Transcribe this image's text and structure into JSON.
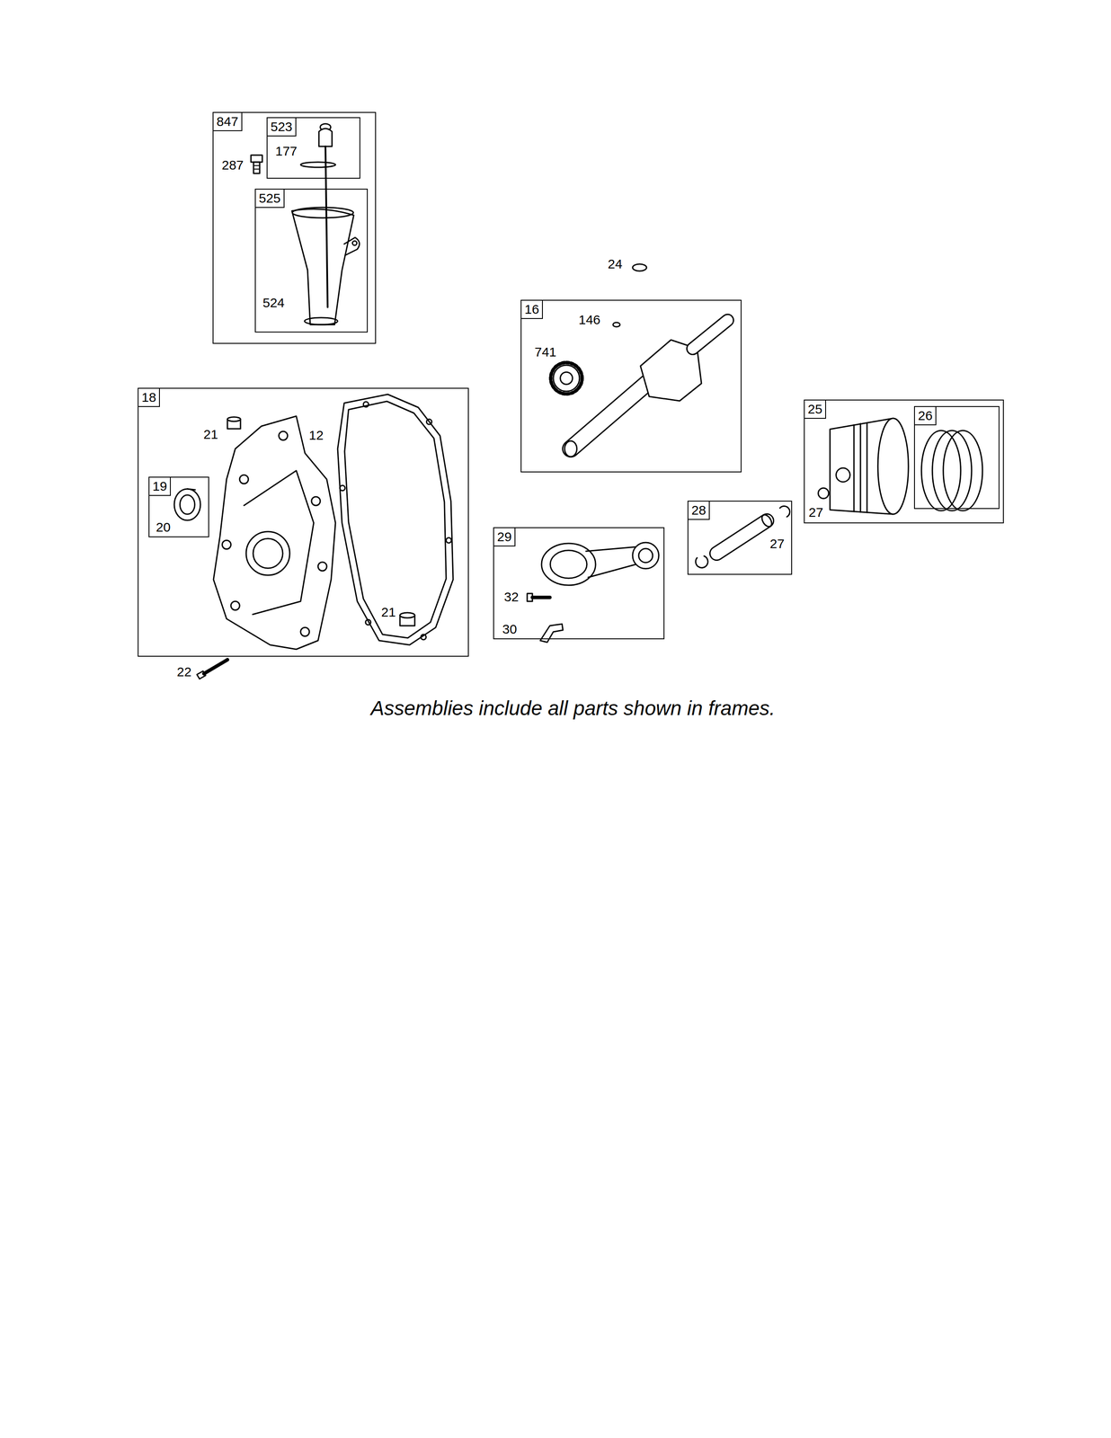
{
  "diagram": {
    "caption": "Assemblies include all parts shown in frames.",
    "nodes": [
      {
        "text": [
          "847",
          "287"
        ]
      },
      {
        "text": [
          "523",
          "177"
        ],
        "in": 0
      },
      {
        "text": [
          "525",
          "524"
        ],
        "in": 0
      },
      {
        "text": [
          "16",
          "146",
          "741"
        ]
      },
      {
        "text": [
          "18",
          "21",
          "12",
          "21"
        ]
      },
      {
        "text": [
          "19",
          "20"
        ],
        "in": 4
      },
      {
        "text": [
          "25",
          "27"
        ]
      },
      {
        "text": [
          "26"
        ],
        "in": 6
      },
      {
        "text": [
          "29",
          "32",
          "30"
        ]
      },
      {
        "text": [
          "28",
          "27"
        ]
      }
    ],
    "labels": [
      "24",
      "22"
    ]
  }
}
